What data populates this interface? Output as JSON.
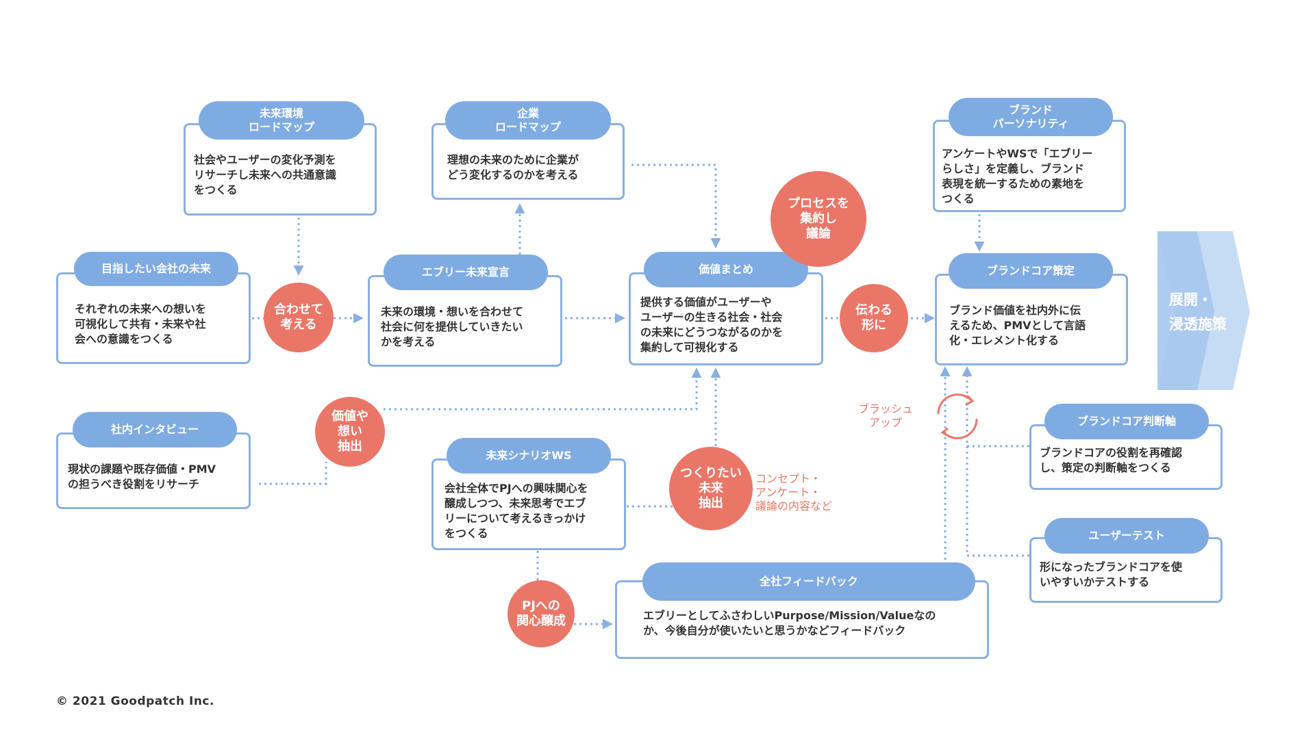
{
  "boxes": {
    "future_env": {
      "title": "未来環境\nロードマップ",
      "body": "社会やユーザーの変化予測を\nリサーチし未来への共通意識\nをつくる"
    },
    "corp_roadmap": {
      "title": "企業\nロードマップ",
      "body": "理想の未来のために企業が\nどう変化するのかを考える"
    },
    "brand_persona": {
      "title": "ブランド\nパーソナリティ",
      "body": "アンケートやWSで「エブリー\nらしさ」を定義し、ブランド\n表現を統一するための素地を\nつくる"
    },
    "target_future": {
      "title": "目指したい会社の未来",
      "body": "それぞれの未来への想いを\n可視化して共有・未来や社\n会への意識をつくる"
    },
    "every_declare": {
      "title": "エブリー未来宣言",
      "body": "未来の環境・想いを合わせて\n社会に何を提供していきたい\nかを考える"
    },
    "value_summary": {
      "title": "価値まとめ",
      "body": "提供する価値がユーザーや\nユーザーの生きる社会・社会\nの未来にどうつながるのかを\n集約して可視化する"
    },
    "brand_core": {
      "title": "ブランドコア策定",
      "body": "ブランド価値を社内外に伝\nえるため、PMVとして言語\n化・エレメント化する"
    },
    "interview": {
      "title": "社内インタビュー",
      "body": "現状の課題や既存価値・PMV\nの担うべき役割をリサーチ"
    },
    "scenario_ws": {
      "title": "未来シナリオWS",
      "body": "会社全体でPJへの興味関心を\n醸成しつつ、未来思考でエブ\nリーについて考えるきっかけ\nをつくる"
    },
    "brand_axis": {
      "title": "ブランドコア判断軸",
      "body": "ブランドコアの役割を再確認\nし、策定の判断軸をつくる"
    },
    "user_test": {
      "title": "ユーザーテスト",
      "body": "形になったブランドコアを使\nいやすいかテストする"
    },
    "feedback": {
      "title": "全社フィードバック",
      "body": "エブリーとしてふさわしいPurpose/Mission/Valueなの\nか、今後自分が使いたいと思うかなどフィードバック"
    }
  },
  "circles": {
    "align": "合わせて\n考える",
    "process": "プロセスを\n集約し\n議論",
    "convey": "伝わる\n形に",
    "extract_value": "価値や\n想い\n抽出",
    "extract_future": "つくりたい\n未来\n抽出",
    "interest": "PJへの\n関心醸成"
  },
  "notes": {
    "brushup": "ブラッシュ\nアップ",
    "concept": "コンセプト・\nアンケート・\n議論の内容など"
  },
  "next_step": "展開・\n浸透施策",
  "copyright": "© 2021 Goodpatch Inc.",
  "colors": {
    "blue": "#7fabe3",
    "border": "#8ab0e0",
    "red": "#ea7668",
    "arrow": "#b7d3f0"
  }
}
